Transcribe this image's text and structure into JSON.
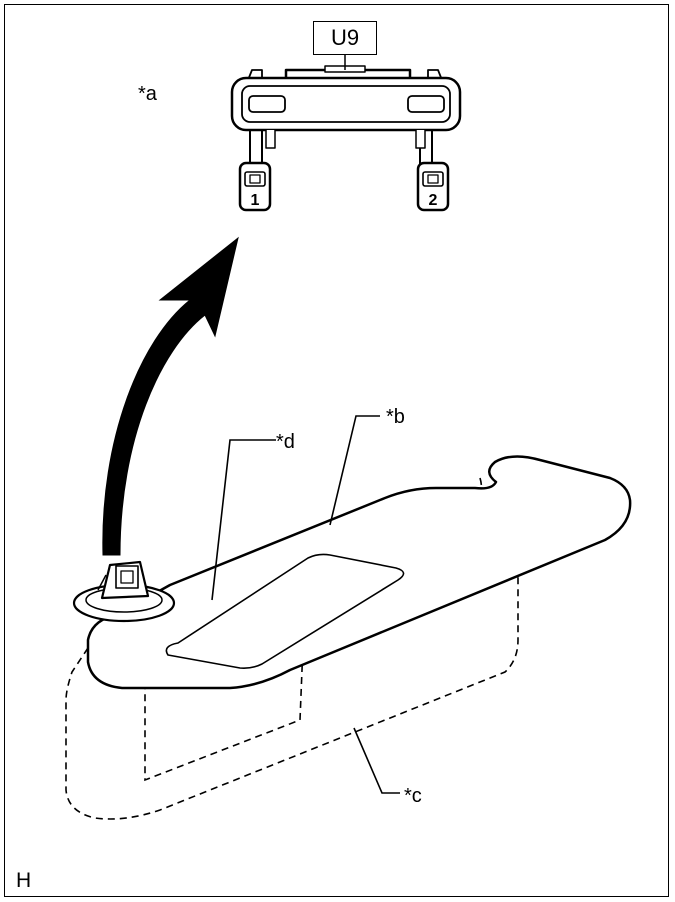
{
  "diagram": {
    "connector_label": "U9",
    "pin_labels": [
      "1",
      "2"
    ],
    "callouts": {
      "a": "*a",
      "b": "*b",
      "c": "*c",
      "d": "*d"
    },
    "corner_code": "H"
  }
}
